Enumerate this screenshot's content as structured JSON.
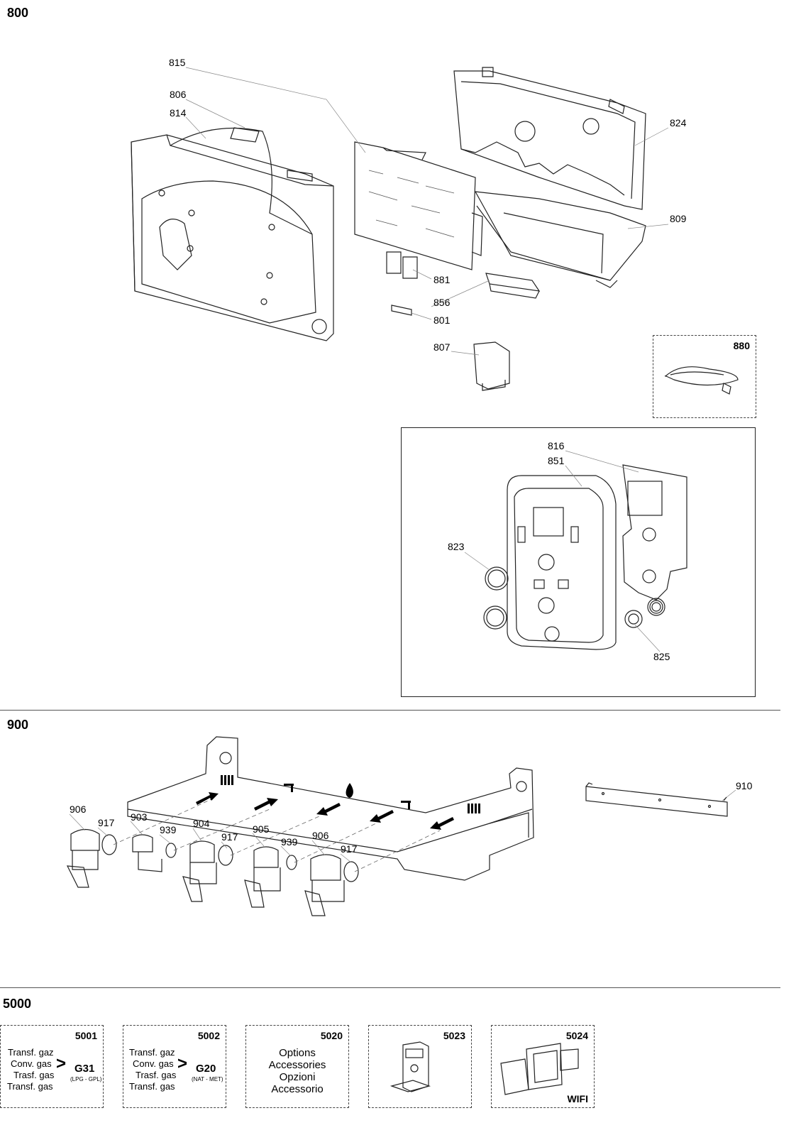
{
  "sections": {
    "s800": "800",
    "s900": "900",
    "s5000": "5000"
  },
  "labels_800": {
    "p815": "815",
    "p806": "806",
    "p814": "814",
    "p824": "824",
    "p809": "809",
    "p881": "881",
    "p856": "856",
    "p801": "801",
    "p807": "807",
    "p880": "880",
    "p816": "816",
    "p851": "851",
    "p823": "823",
    "p825": "825"
  },
  "labels_900": {
    "p906a": "906",
    "p917a": "917",
    "p903": "903",
    "p939a": "939",
    "p904": "904",
    "p917b": "917",
    "p905": "905",
    "p939b": "939",
    "p906b": "906",
    "p917c": "917",
    "p910": "910"
  },
  "accessories": {
    "a5001": {
      "code": "5001",
      "lines": [
        "Transf. gaz",
        "Conv. gas",
        "Trasf. gas",
        "Transf. gas"
      ],
      "arrow": ">",
      "target": "G31",
      "target_sub": "(LPG - GPL)"
    },
    "a5002": {
      "code": "5002",
      "lines": [
        "Transf. gaz",
        "Conv. gas",
        "Trasf. gas",
        "Transf. gas"
      ],
      "arrow": ">",
      "target": "G20",
      "target_sub": "(NAT - MET)"
    },
    "a5020": {
      "code": "5020",
      "lines": [
        "Options",
        "Accessories",
        "Opzioni",
        "Accessorio"
      ]
    },
    "a5023": {
      "code": "5023"
    },
    "a5024": {
      "code": "5024",
      "tag": "WIFI"
    }
  }
}
